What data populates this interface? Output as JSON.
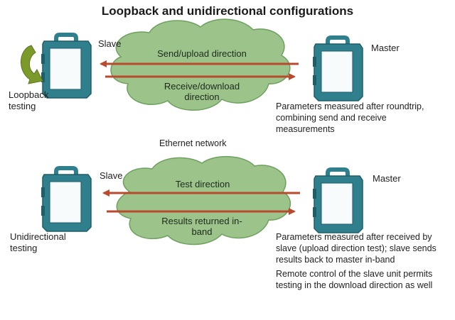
{
  "title": "Loopback and unidirectional configurations",
  "network_label": "Ethernet network",
  "colors": {
    "cloud": "#9cc48a",
    "cloud_edge": "#6fa060",
    "arrow": "#b84a2e",
    "device_body": "#2f7f8c",
    "screen": "#eef4f6",
    "loop_arrow": "#7c9a2a"
  },
  "loopback": {
    "slave_label": "Slave",
    "master_label": "Master",
    "send_label": "Send/upload direction",
    "receive_label": "Receive/download direction",
    "testing_label": "Loopback testing",
    "note": "Parameters measured after roundtrip, combining send and receive measurements"
  },
  "unidirectional": {
    "slave_label": "Slave",
    "master_label": "Master",
    "test_label": "Test direction",
    "results_label": "Results returned in-band",
    "testing_label": "Unidirectional testing",
    "note1": "Parameters measured after received by slave (upload direction test); slave sends results back to master in-band",
    "note2": "Remote control of the slave unit permits testing in the download direction as well"
  }
}
